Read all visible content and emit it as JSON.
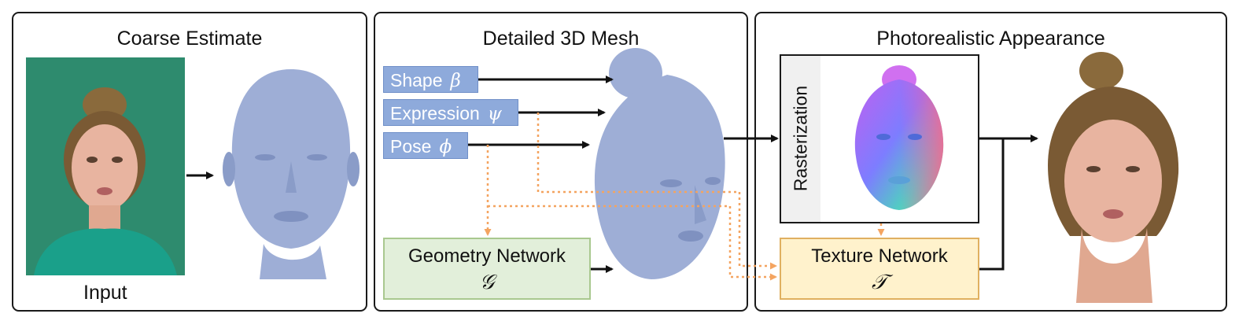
{
  "panels": {
    "coarse": {
      "title": "Coarse Estimate",
      "input_label": "Input"
    },
    "mesh": {
      "title": "Detailed 3D Mesh",
      "params": [
        {
          "label": "Shape",
          "symbol": "β"
        },
        {
          "label": "Expression",
          "symbol": "ψ"
        },
        {
          "label": "Pose",
          "symbol": "ϕ"
        }
      ],
      "geometry_network": {
        "label": "Geometry Network",
        "symbol": "𝒢"
      }
    },
    "appearance": {
      "title": "Photorealistic Appearance",
      "rasterization_label": "Rasterization",
      "texture_network": {
        "label": "Texture Network",
        "symbol": "𝒯"
      }
    }
  },
  "colors": {
    "param_box": "#8eaadb",
    "geometry_box": "#e2efda",
    "texture_box": "#fff2cc",
    "dotted_arrow": "#f4a460",
    "photo_background": "#2e8b6e",
    "mesh": "#9eaed6"
  }
}
